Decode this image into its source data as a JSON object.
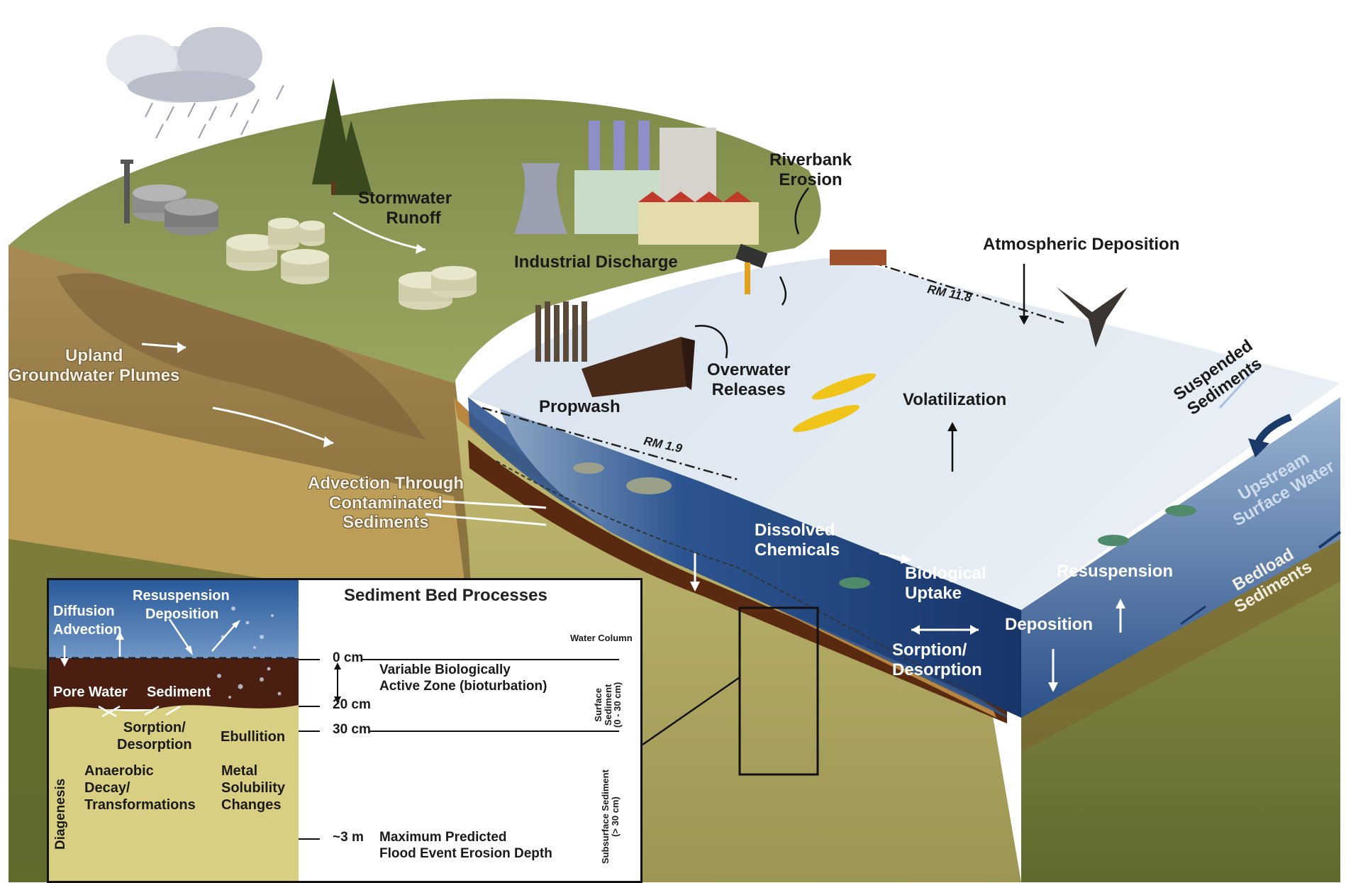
{
  "labels": {
    "stormwater_runoff": [
      "Stormwater",
      "Runoff"
    ],
    "industrial_discharge": "Industrial Discharge",
    "riverbank_erosion": [
      "Riverbank",
      "Erosion"
    ],
    "atmospheric_deposition": "Atmospheric Deposition",
    "rm_11_8": "RM 11.8",
    "rm_1_9": "RM 1.9",
    "upland_groundwater_plumes": [
      "Upland",
      "Groundwater Plumes"
    ],
    "propwash": "Propwash",
    "overwater_releases": [
      "Overwater",
      "Releases"
    ],
    "volatilization": "Volatilization",
    "suspended_sediments": [
      "Suspended",
      "Sediments"
    ],
    "upstream_surface_water": [
      "Upstream",
      "Surface Water"
    ],
    "advection_through_contaminated_sediments": [
      "Advection Through",
      "Contaminated",
      "Sediments"
    ],
    "dissolved_chemicals": [
      "Dissolved",
      "Chemicals"
    ],
    "biological_uptake": [
      "Biological",
      "Uptake"
    ],
    "resuspension": "Resuspension",
    "bedload_sediments": [
      "Bedload",
      "Sediments"
    ],
    "deposition": "Deposition",
    "sorption_desorption": [
      "Sorption/",
      "Desorption"
    ]
  },
  "inset": {
    "title": "Sediment Bed Processes",
    "water_column": "Water Column",
    "depths": [
      "0 cm",
      "20 cm",
      "30 cm",
      "~3 m"
    ],
    "variable_zone": [
      "Variable Biologically",
      "Active Zone (bioturbation)"
    ],
    "max_erosion": [
      "Maximum Predicted",
      "Flood Event Erosion Depth"
    ],
    "surface_sediment": [
      "Surface",
      "Sediment",
      "(0 - 30 cm)"
    ],
    "subsurface_sediment": [
      "Subsurface Sediment",
      "(> 30 cm)"
    ],
    "left": {
      "diffusion": "Diffusion",
      "advection": "Advection",
      "resuspension": "Resuspension",
      "deposition": "Deposition",
      "pore_water": "Pore Water",
      "sediment": "Sediment",
      "sorption": [
        "Sorption/",
        "Desorption"
      ],
      "ebullition": "Ebullition",
      "anaerobic": [
        "Anaerobic",
        "Decay/",
        "Transformations"
      ],
      "metal": [
        "Metal",
        "Solubility",
        "Changes"
      ],
      "diagenesis": "Diagenesis"
    }
  },
  "colors": {
    "land_top": "#8e9a55",
    "water_surface": "#dfe7ef",
    "water_deep": "#1e3f78",
    "sediment_tan": "#d2b46e",
    "sediment_dark": "#5a2a10",
    "subsurface": "#b8b06a"
  }
}
